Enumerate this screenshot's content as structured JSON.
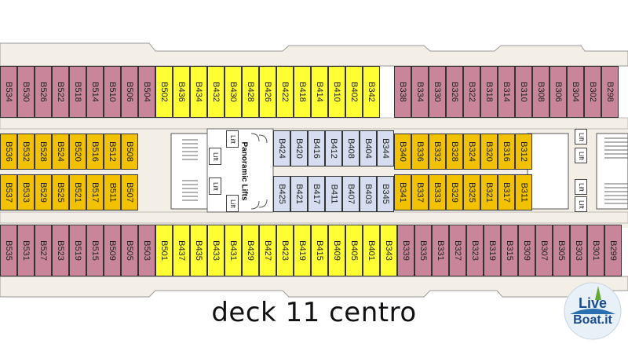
{
  "deck_title": "deck 11 centro",
  "panoramic_label": "Panoramic Lifts",
  "lift_label": "Lift",
  "logo_text": "LiveBoat.it",
  "colors": {
    "hull": "#f4efe6",
    "hull_edge": "#999999",
    "outer_cabin": "#c9859a",
    "yellow_suite": "#ffff33",
    "orange_cabin": "#f2c200",
    "blue_cabin": "#d6ddf0",
    "stair": "#666666"
  },
  "rows": {
    "top_left": [
      "B534",
      "B530",
      "B526",
      "B522",
      "B518",
      "B514",
      "B510",
      "B506",
      "B504"
    ],
    "top_yellow": [
      "B502",
      "B436",
      "B434",
      "B432",
      "B430",
      "B428",
      "B426",
      "B422",
      "B418",
      "B414",
      "B410",
      "B402",
      "B342"
    ],
    "top_right": [
      "B338",
      "B334",
      "B330",
      "B326",
      "B322",
      "B318",
      "B314",
      "B310",
      "B308",
      "B306",
      "B304",
      "B302",
      "B298"
    ],
    "inner_upper_left": [
      "B536",
      "B532",
      "B528",
      "B524",
      "B520",
      "B516",
      "B512",
      "B508"
    ],
    "inner_upper_blue": [
      "B424",
      "B420",
      "B416",
      "B412",
      "B408",
      "B404",
      "B344"
    ],
    "inner_upper_right": [
      "B340",
      "B336",
      "B332",
      "B328",
      "B324",
      "B320",
      "B316",
      "B312"
    ],
    "inner_lower_left": [
      "B537",
      "B533",
      "B529",
      "B525",
      "B521",
      "B517",
      "B511",
      "B507"
    ],
    "inner_lower_blue": [
      "B425",
      "B421",
      "B417",
      "B411",
      "B407",
      "B403",
      "B345"
    ],
    "inner_lower_right": [
      "B341",
      "B337",
      "B333",
      "B329",
      "B325",
      "B321",
      "B317",
      "B311"
    ],
    "bottom_left": [
      "B535",
      "B531",
      "B527",
      "B523",
      "B519",
      "B515",
      "B509",
      "B505",
      "B503"
    ],
    "bottom_yellow": [
      "B501",
      "B437",
      "B435",
      "B433",
      "B431",
      "B429",
      "B427",
      "B423",
      "B419",
      "B415",
      "B409",
      "B405",
      "B401",
      "B343"
    ],
    "bottom_right": [
      "B339",
      "B335",
      "B331",
      "B327",
      "B323",
      "B319",
      "B315",
      "B309",
      "B307",
      "B305",
      "B303",
      "B301",
      "B299"
    ]
  }
}
